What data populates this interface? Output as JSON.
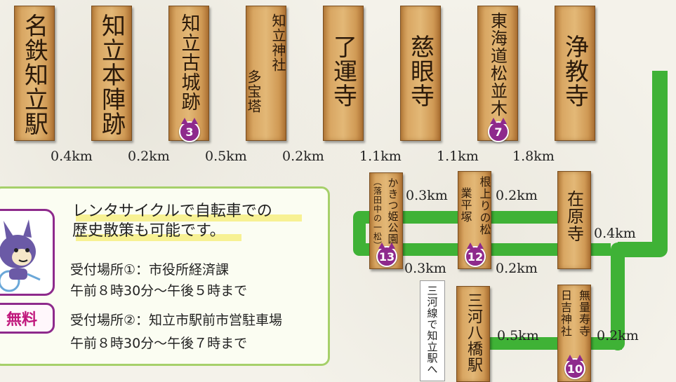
{
  "top_signs": [
    {
      "name": "名鉄知立駅"
    },
    {
      "name": "知立本陣跡"
    },
    {
      "name": "知立古城跡",
      "badge": "3"
    },
    {
      "name": "知立神社",
      "name2": "多宝塔"
    },
    {
      "name": "了運寺"
    },
    {
      "name": "慈眼寺"
    },
    {
      "name": "東海道松並木",
      "badge": "7"
    },
    {
      "name": "浄教寺"
    }
  ],
  "top_distances": [
    "0.4km",
    "0.2km",
    "0.5km",
    "0.2km",
    "1.1km",
    "1.1km",
    "1.8km"
  ],
  "lower_signs": {
    "kakitsubata": {
      "name": "かきつ姫公園",
      "name2": "（落田中の一松）",
      "badge": "13"
    },
    "neagari": {
      "name": "根上りの松",
      "name2": "業平塚",
      "badge": "12"
    },
    "zaigenji": {
      "name": "在原寺"
    },
    "mikawa_yatsuhashi": {
      "name": "三河八橋駅"
    },
    "muryojuji": {
      "name": "無量寿寺",
      "name2": "日吉神社",
      "badge": "10"
    }
  },
  "lower_distances": {
    "d_upper_left": "0.3km",
    "d_upper_mid": "0.2km",
    "d_right_upper": "0.4km",
    "d_lower_left": "0.3km",
    "d_lower_mid": "0.2km",
    "d_bottom_mid": "0.5km",
    "d_right_lower": "0.2km"
  },
  "mikawa_note": "三河線で知立駅へ",
  "rental": {
    "title_line1": "レンタサイクルで自転車での",
    "title_line2": "歴史散策も可能です。",
    "place1": "受付場所①：市役所経済課",
    "hours1": "午前８時30分～午後５時まで",
    "place2": "受付場所②：知立市駅前市営駐車場",
    "hours2": "午前８時30分～午後７時まで",
    "free_label": "無料"
  },
  "colors": {
    "route": "#4fb83c",
    "badge": "#8e2a8c",
    "box_border": "#a6d06a"
  }
}
